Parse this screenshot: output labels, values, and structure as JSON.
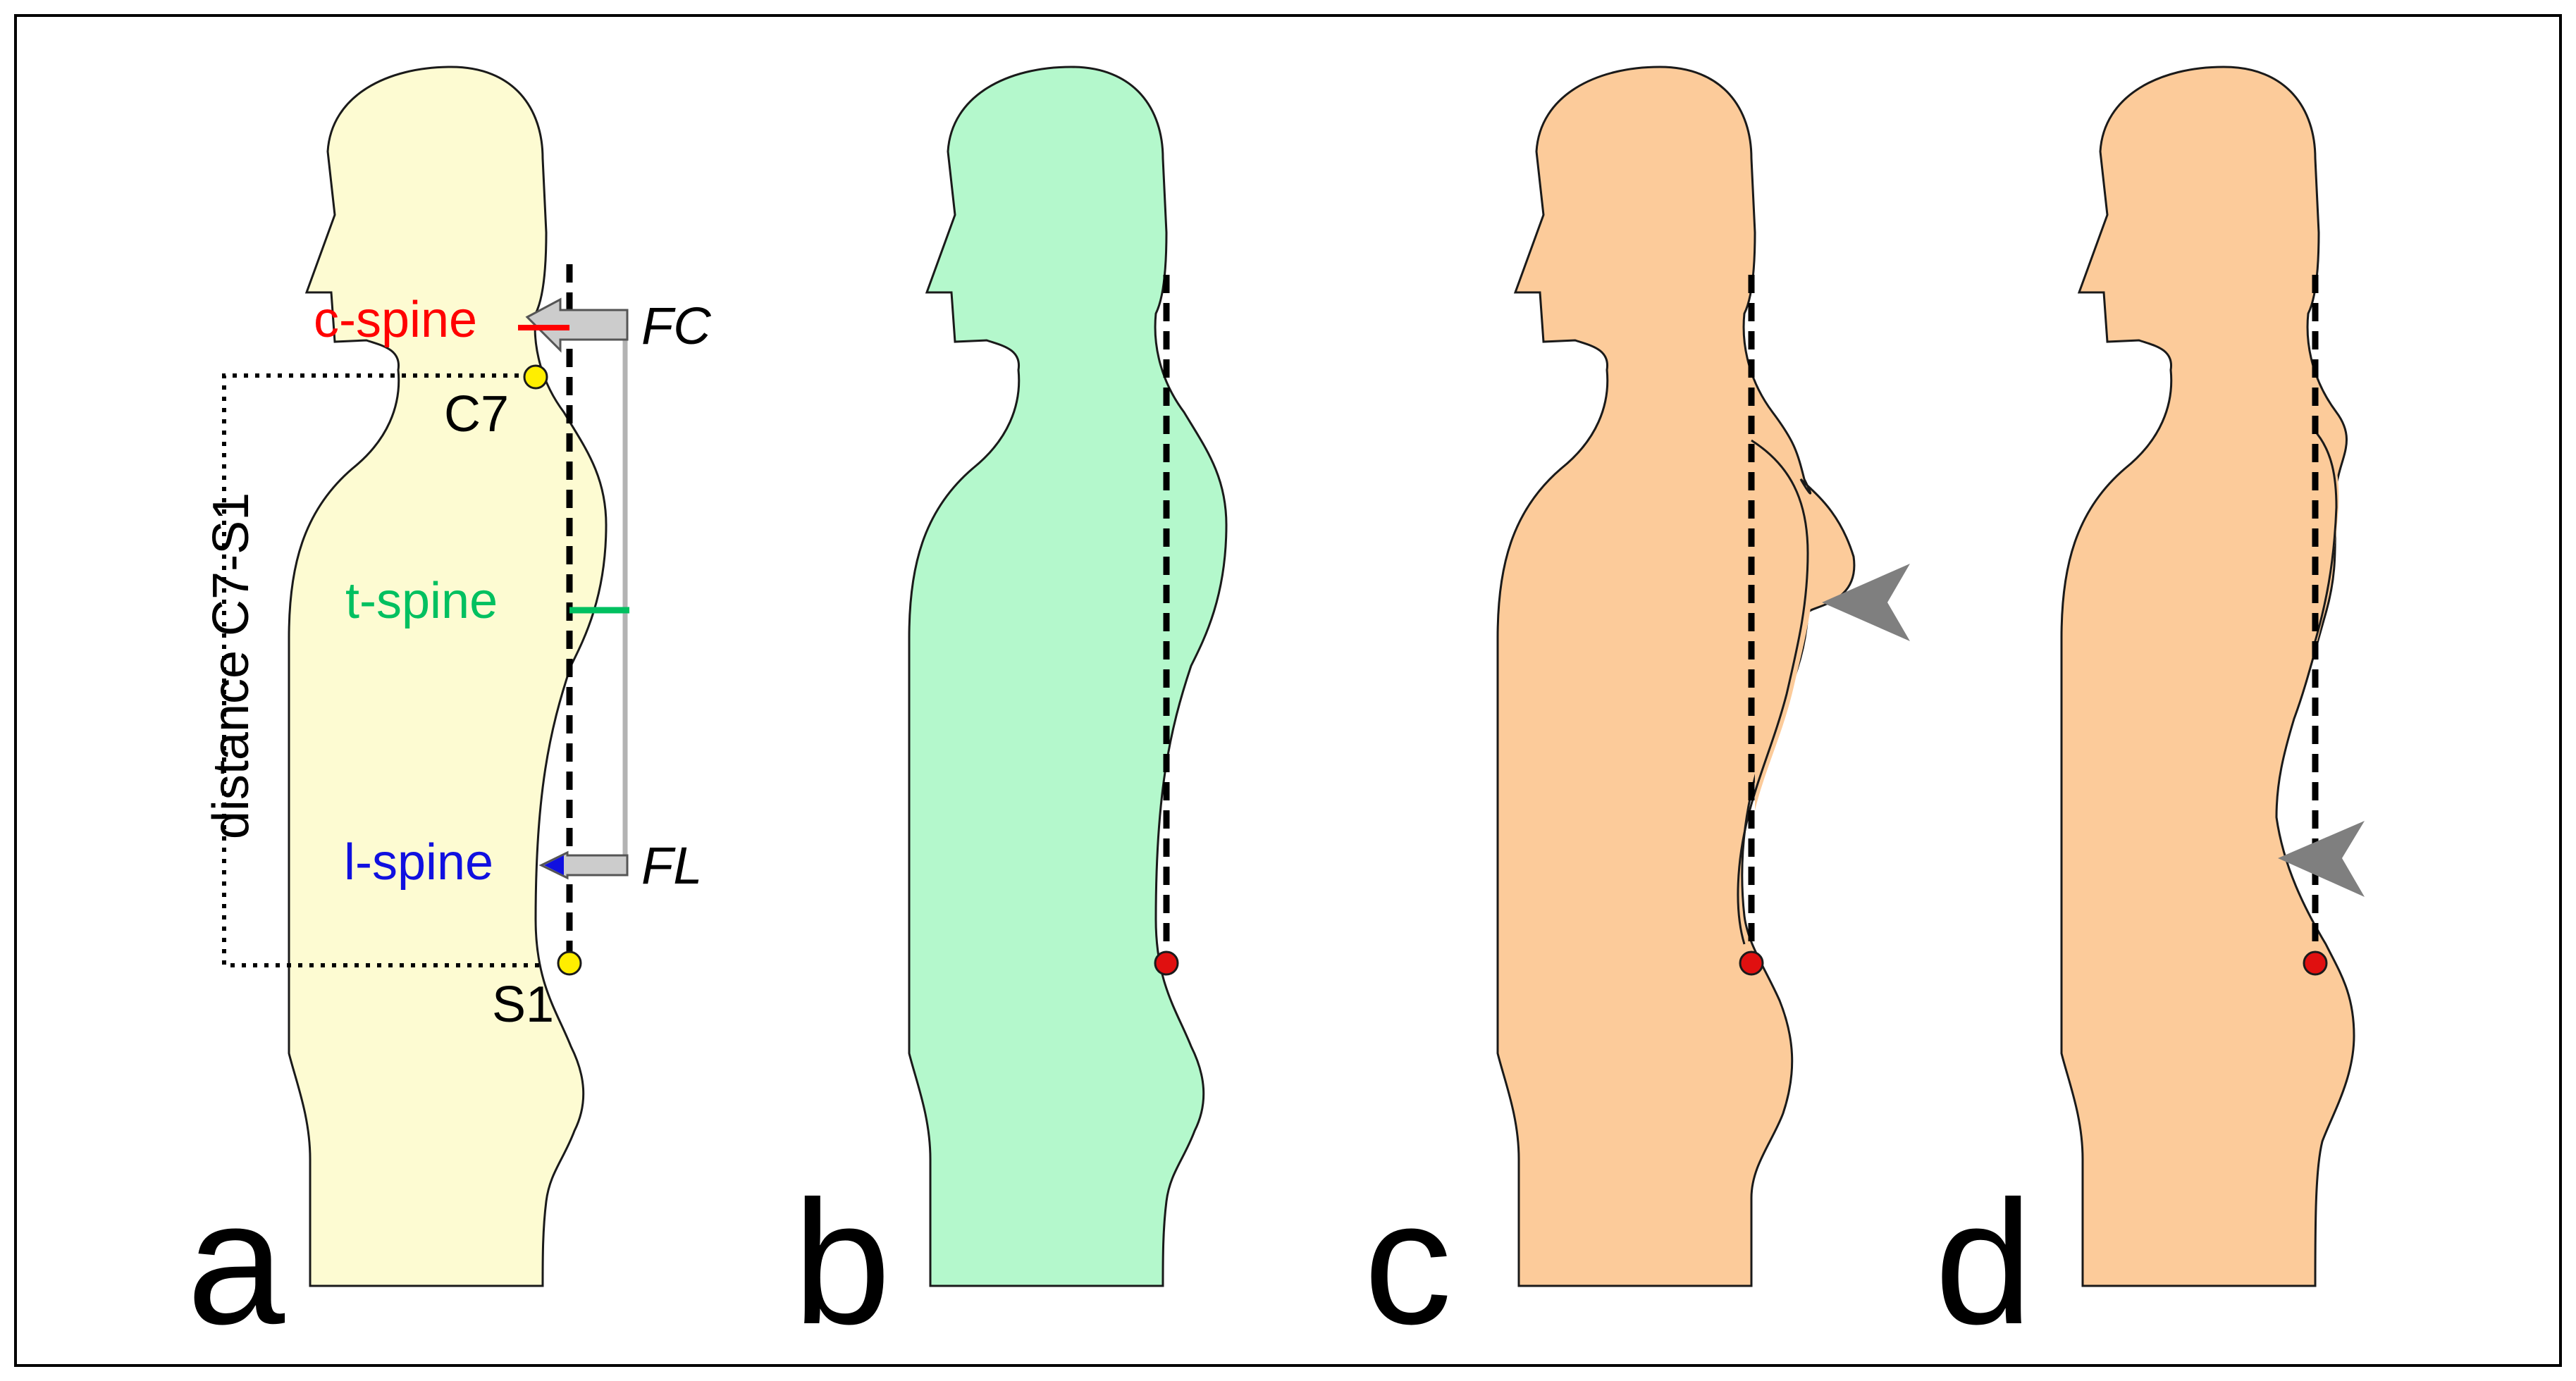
{
  "colors": {
    "panel_a_fill": "#fdfbd2",
    "panel_b_fill": "#b4f8cc",
    "panel_c_fill": "#fccb9a",
    "panel_d_fill": "#fccb9a",
    "outline": "#1a1a1a",
    "c_spine": "#ff0000",
    "t_spine": "#00c060",
    "l_spine": "#1010e0",
    "landmark_yellow": "#ffee00",
    "landmark_red": "#e01010",
    "arrowhead_gray": "#7f7f7f"
  },
  "panel_a": {
    "c_spine_label": "c-spine",
    "t_spine_label": "t-spine",
    "l_spine_label": "l-spine",
    "c7_label": "C7",
    "s1_label": "S1",
    "fc_label": "FC",
    "fl_label": "FL",
    "distance_label": "distance C7-S1"
  },
  "panels": [
    {
      "letter": "a"
    },
    {
      "letter": "b"
    },
    {
      "letter": "c"
    },
    {
      "letter": "d"
    }
  ]
}
